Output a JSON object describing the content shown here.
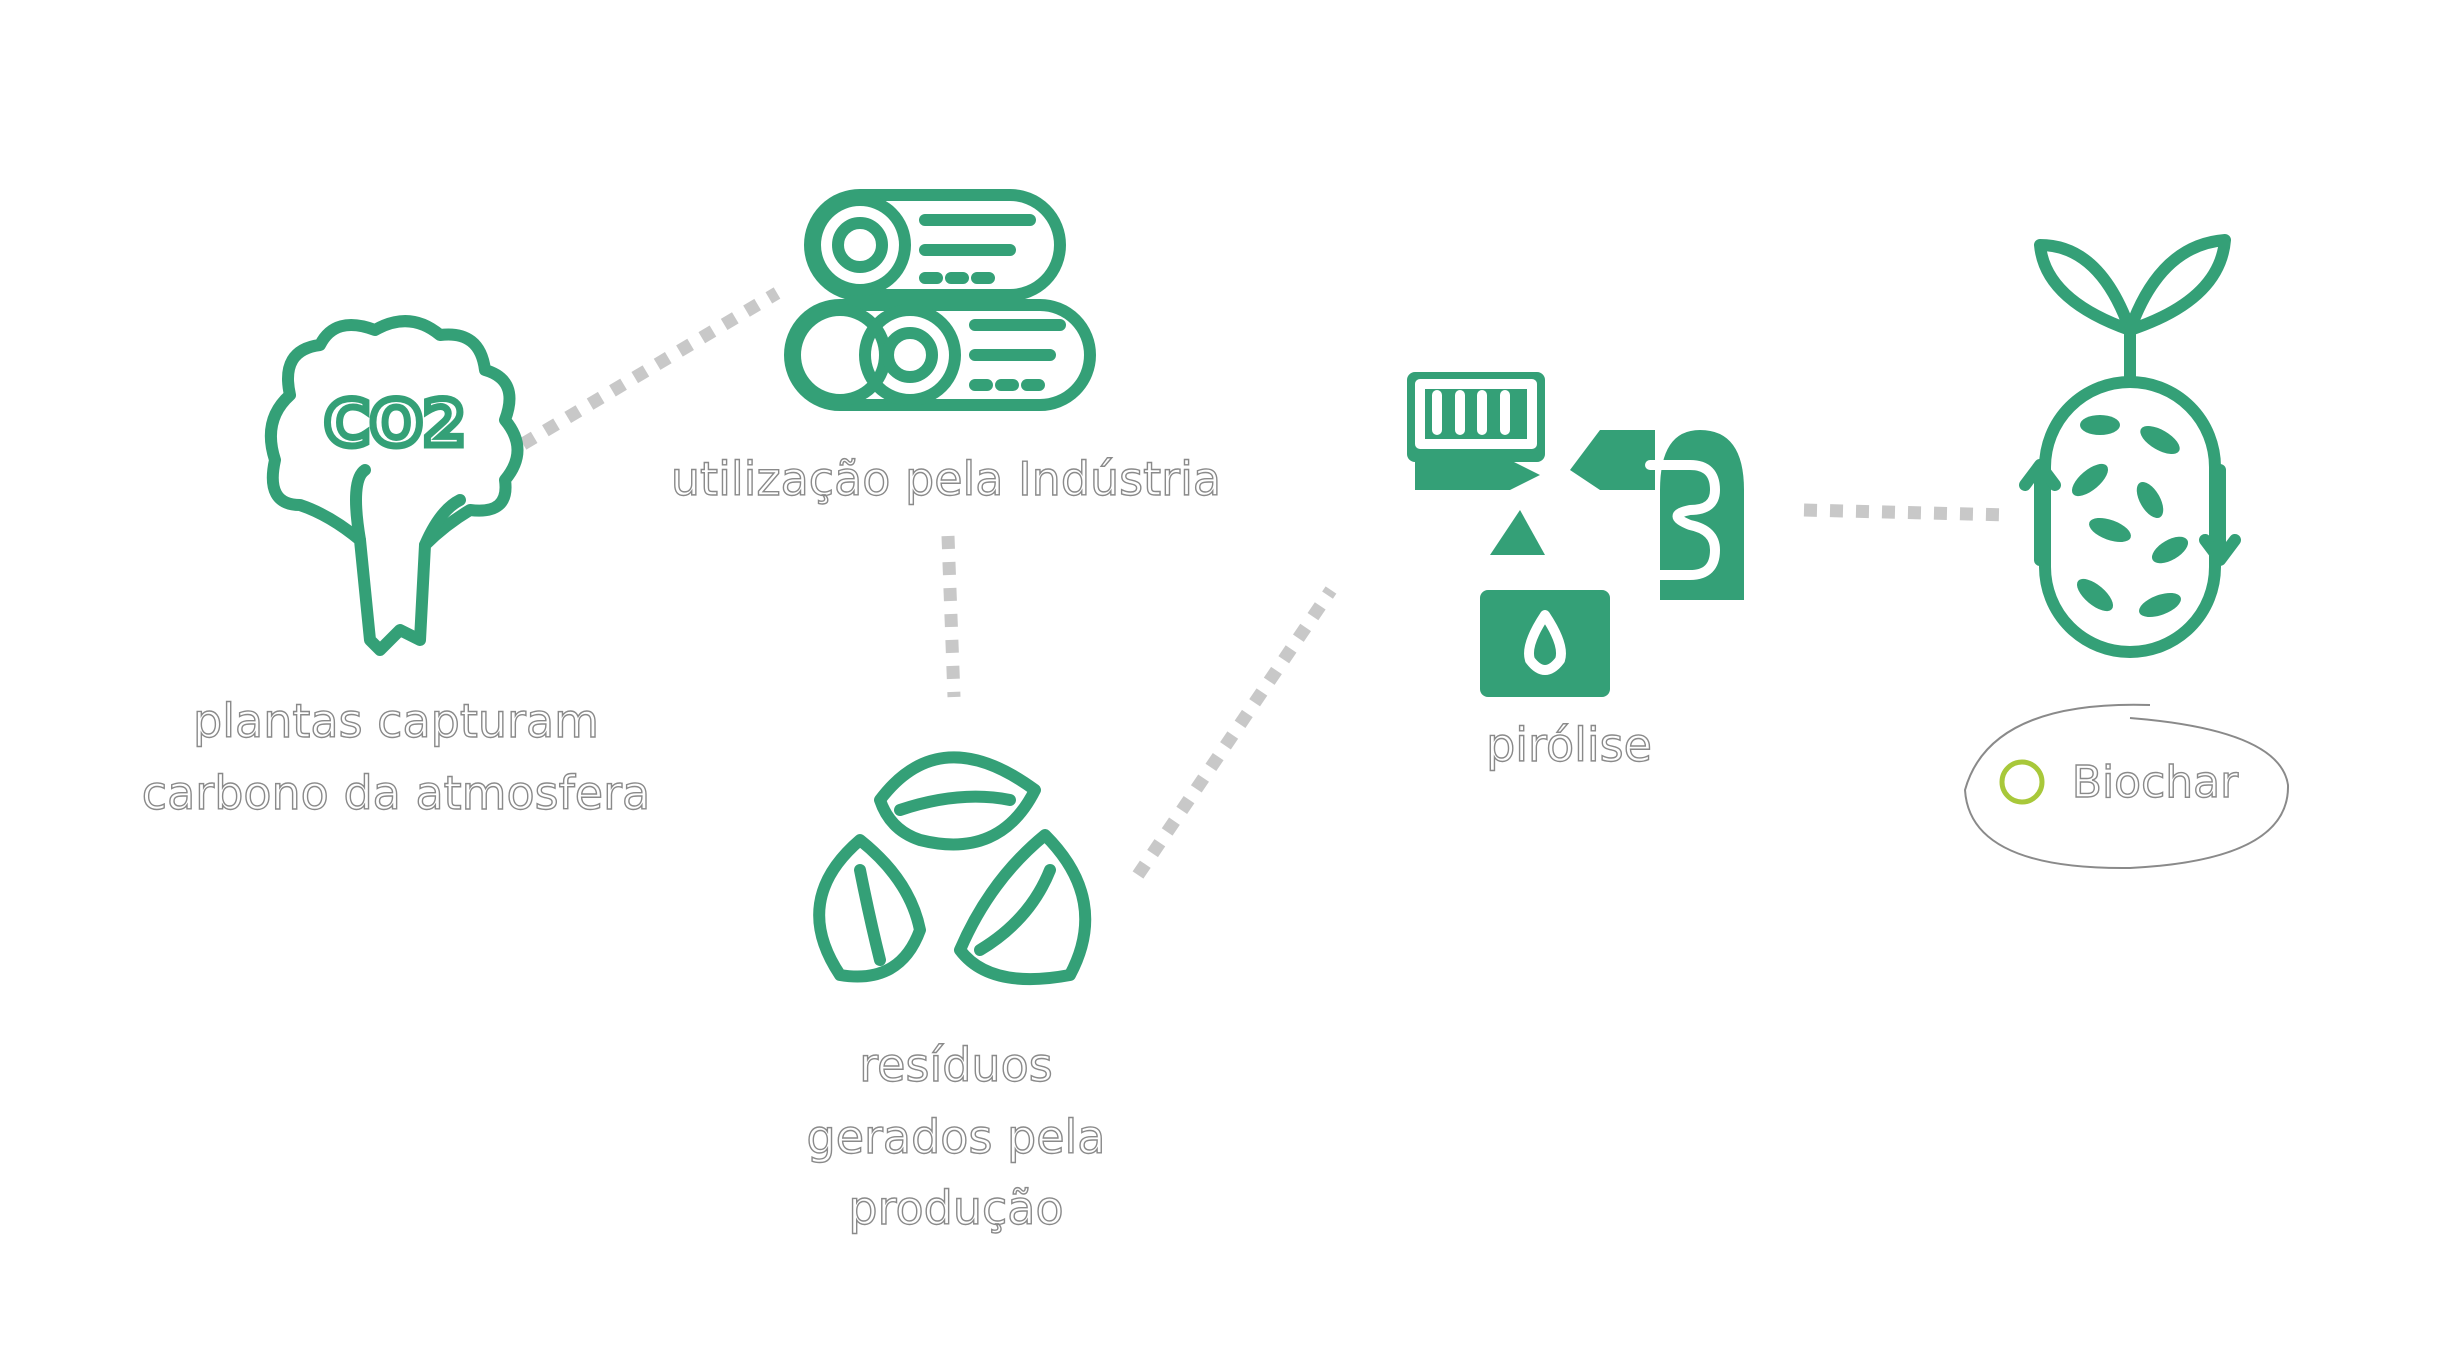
{
  "steps": [
    {
      "id": "capture",
      "lines": [
        "plantas capturam",
        "carbono da atmosfera"
      ],
      "icon": "tree-co2-icon"
    },
    {
      "id": "industry",
      "lines": [
        "utilização pela Indústria"
      ],
      "icon": "logs-icon"
    },
    {
      "id": "waste",
      "lines": [
        "resíduos",
        "gerados pela",
        "produção"
      ],
      "icon": "recycle-leaves-icon"
    },
    {
      "id": "pyrolysis",
      "lines": [
        "pirólise"
      ],
      "icon": "pyrolysis-plant-icon"
    },
    {
      "id": "biochar",
      "lines": [],
      "icon": "sprout-biochar-icon"
    }
  ],
  "tree_label": "CO2",
  "logo": {
    "text": "Biochar",
    "accent": "#a8c83a"
  },
  "colors": {
    "icon": "#34a077",
    "connector": "#c8c8c8",
    "label_outline": "#8a8a8a"
  }
}
